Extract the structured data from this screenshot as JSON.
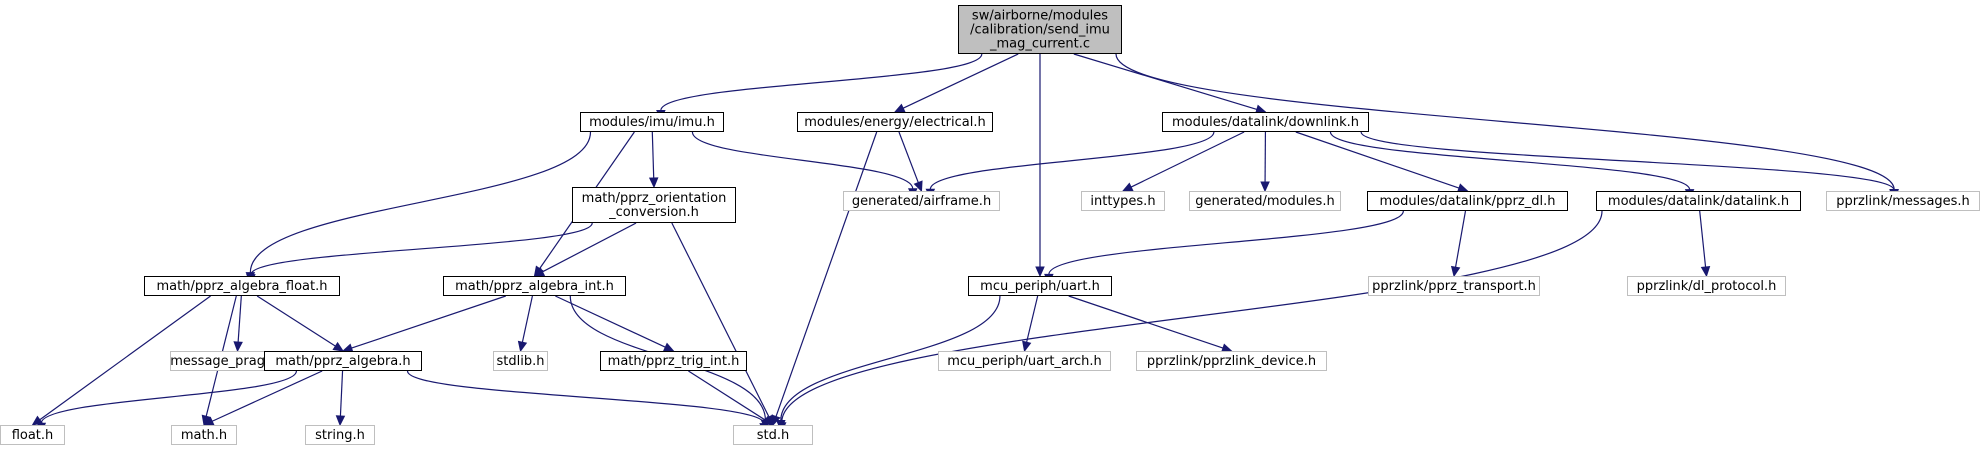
{
  "diagram": {
    "colors": {
      "edge": "#191970",
      "root_fill": "#bfbfbf",
      "documented_stroke": "#000000",
      "undocumented_stroke": "#bfbfbf"
    },
    "nodes": [
      {
        "id": "root",
        "lines": [
          "sw/airborne/modules",
          "/calibration/send_imu",
          "_mag_current.c"
        ],
        "kind": "root"
      },
      {
        "id": "imu",
        "lines": [
          "modules/imu/imu.h"
        ],
        "kind": "documented"
      },
      {
        "id": "electrical",
        "lines": [
          "modules/energy/electrical.h"
        ],
        "kind": "documented"
      },
      {
        "id": "downlink",
        "lines": [
          "modules/datalink/downlink.h"
        ],
        "kind": "documented"
      },
      {
        "id": "airframe",
        "lines": [
          "generated/airframe.h"
        ],
        "kind": "undocumented"
      },
      {
        "id": "inttypes",
        "lines": [
          "inttypes.h"
        ],
        "kind": "undocumented"
      },
      {
        "id": "genmodules",
        "lines": [
          "generated/modules.h"
        ],
        "kind": "undocumented"
      },
      {
        "id": "pprz_dl",
        "lines": [
          "modules/datalink/pprz_dl.h"
        ],
        "kind": "documented"
      },
      {
        "id": "datalink",
        "lines": [
          "modules/datalink/datalink.h"
        ],
        "kind": "documented"
      },
      {
        "id": "messages",
        "lines": [
          "pprzlink/messages.h"
        ],
        "kind": "undocumented"
      },
      {
        "id": "orientation",
        "lines": [
          "math/pprz_orientation",
          "_conversion.h"
        ],
        "kind": "documented"
      },
      {
        "id": "alg_float",
        "lines": [
          "math/pprz_algebra_float.h"
        ],
        "kind": "documented"
      },
      {
        "id": "alg_int",
        "lines": [
          "math/pprz_algebra_int.h"
        ],
        "kind": "documented"
      },
      {
        "id": "uart",
        "lines": [
          "mcu_periph/uart.h"
        ],
        "kind": "documented"
      },
      {
        "id": "pprz_transport",
        "lines": [
          "pprzlink/pprz_transport.h"
        ],
        "kind": "undocumented"
      },
      {
        "id": "dl_protocol",
        "lines": [
          "pprzlink/dl_protocol.h"
        ],
        "kind": "undocumented"
      },
      {
        "id": "msg_pragmas",
        "lines": [
          "message_pragmas.h"
        ],
        "kind": "undocumented"
      },
      {
        "id": "algebra",
        "lines": [
          "math/pprz_algebra.h"
        ],
        "kind": "documented"
      },
      {
        "id": "stdlib",
        "lines": [
          "stdlib.h"
        ],
        "kind": "undocumented"
      },
      {
        "id": "trig_int",
        "lines": [
          "math/pprz_trig_int.h"
        ],
        "kind": "documented"
      },
      {
        "id": "uart_arch",
        "lines": [
          "mcu_periph/uart_arch.h"
        ],
        "kind": "undocumented"
      },
      {
        "id": "pprzlink_device",
        "lines": [
          "pprzlink/pprzlink_device.h"
        ],
        "kind": "undocumented"
      },
      {
        "id": "float",
        "lines": [
          "float.h"
        ],
        "kind": "undocumented"
      },
      {
        "id": "math",
        "lines": [
          "math.h"
        ],
        "kind": "undocumented"
      },
      {
        "id": "string",
        "lines": [
          "string.h"
        ],
        "kind": "undocumented"
      },
      {
        "id": "std",
        "lines": [
          "std.h"
        ],
        "kind": "undocumented"
      }
    ],
    "edges": [
      [
        "root",
        "imu"
      ],
      [
        "root",
        "electrical"
      ],
      [
        "root",
        "downlink"
      ],
      [
        "root",
        "uart"
      ],
      [
        "root",
        "messages"
      ],
      [
        "imu",
        "airframe"
      ],
      [
        "imu",
        "orientation"
      ],
      [
        "imu",
        "alg_float"
      ],
      [
        "imu",
        "alg_int"
      ],
      [
        "electrical",
        "airframe"
      ],
      [
        "electrical",
        "std"
      ],
      [
        "downlink",
        "airframe"
      ],
      [
        "downlink",
        "inttypes"
      ],
      [
        "downlink",
        "genmodules"
      ],
      [
        "downlink",
        "pprz_dl"
      ],
      [
        "downlink",
        "datalink"
      ],
      [
        "downlink",
        "messages"
      ],
      [
        "pprz_dl",
        "uart"
      ],
      [
        "pprz_dl",
        "pprz_transport"
      ],
      [
        "datalink",
        "dl_protocol"
      ],
      [
        "datalink",
        "std"
      ],
      [
        "orientation",
        "alg_float"
      ],
      [
        "orientation",
        "alg_int"
      ],
      [
        "orientation",
        "std"
      ],
      [
        "alg_float",
        "msg_pragmas"
      ],
      [
        "alg_float",
        "algebra"
      ],
      [
        "alg_float",
        "float"
      ],
      [
        "alg_float",
        "math"
      ],
      [
        "alg_int",
        "algebra"
      ],
      [
        "alg_int",
        "stdlib"
      ],
      [
        "alg_int",
        "trig_int"
      ],
      [
        "alg_int",
        "std"
      ],
      [
        "algebra",
        "float"
      ],
      [
        "algebra",
        "math"
      ],
      [
        "algebra",
        "string"
      ],
      [
        "algebra",
        "std"
      ],
      [
        "trig_int",
        "std"
      ],
      [
        "uart",
        "uart_arch"
      ],
      [
        "uart",
        "pprzlink_device"
      ],
      [
        "uart",
        "std"
      ]
    ]
  }
}
